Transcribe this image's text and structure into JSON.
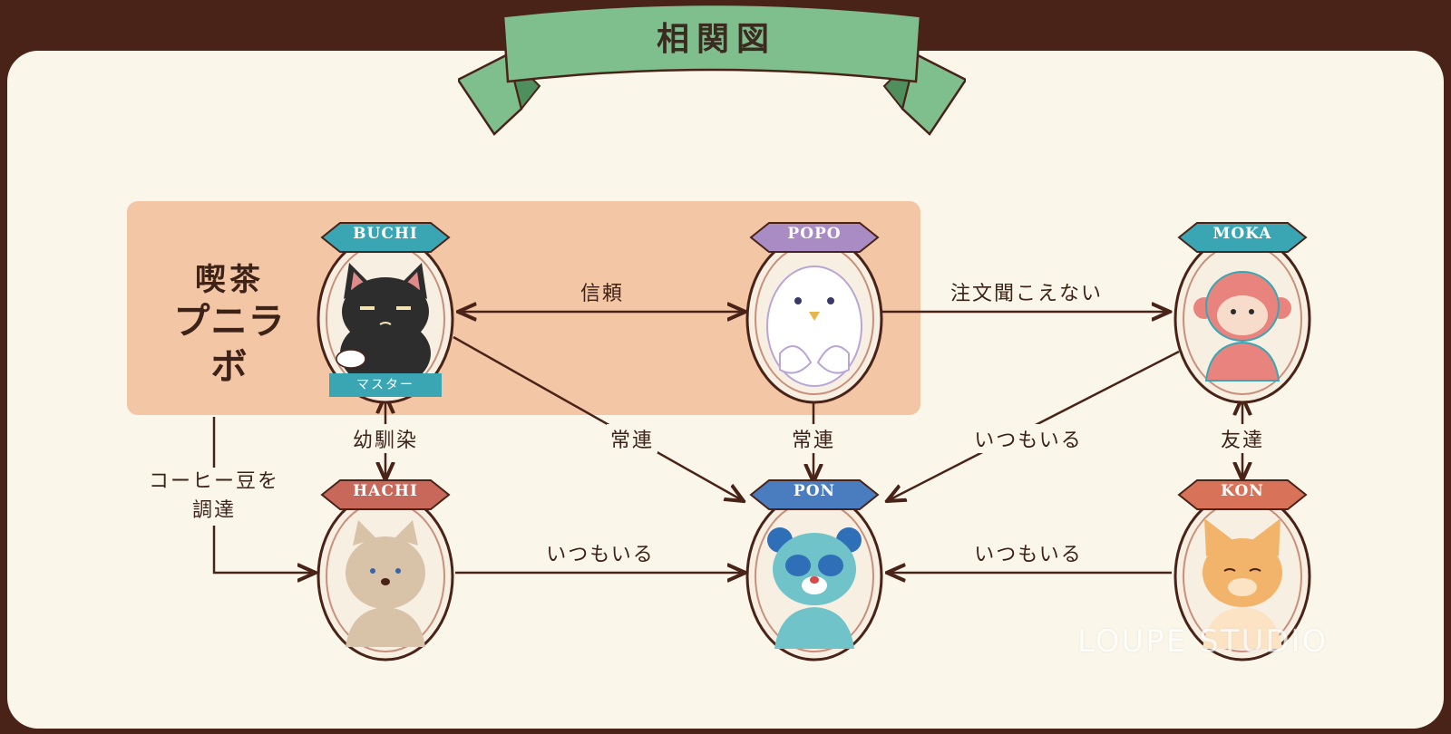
{
  "title": "相関図",
  "cafe": {
    "line1": "喫茶",
    "line2": "プニラボ"
  },
  "characters": [
    {
      "id": "buchi",
      "name": "BUCHI",
      "role": "マスター",
      "animal": "black-cat",
      "ribbon_color": "#3aa6b4"
    },
    {
      "id": "popo",
      "name": "POPO",
      "animal": "white-owl",
      "ribbon_color": "#a98cc4"
    },
    {
      "id": "moka",
      "name": "MOKA",
      "animal": "pink-monkey",
      "ribbon_color": "#3aa6b4"
    },
    {
      "id": "hachi",
      "name": "HACHI",
      "animal": "beige-dog",
      "ribbon_color": "#c8685a"
    },
    {
      "id": "pon",
      "name": "PON",
      "animal": "blue-raccoon",
      "ribbon_color": "#4a7cc0"
    },
    {
      "id": "kon",
      "name": "KON",
      "animal": "orange-fox",
      "ribbon_color": "#d8735a"
    }
  ],
  "relations": {
    "buchi_popo": "信頼",
    "popo_moka": "注文聞こえない",
    "buchi_pon": "常連",
    "popo_pon": "常連",
    "moka_pon": "いつもいる",
    "moka_kon": "友達",
    "buchi_hachi": "幼馴染",
    "cafe_hachi": [
      "コーヒー豆を",
      "調達"
    ],
    "hachi_pon": "いつもいる",
    "kon_pon": "いつもいる"
  },
  "watermark": "LOUPE STUDIO",
  "colors": {
    "frame": "#4a2318",
    "panel": "#faf7ea",
    "cafe_box": "#f3c6a5",
    "title_ribbon": "#7fbf8e",
    "arrow": "#4a2318"
  }
}
